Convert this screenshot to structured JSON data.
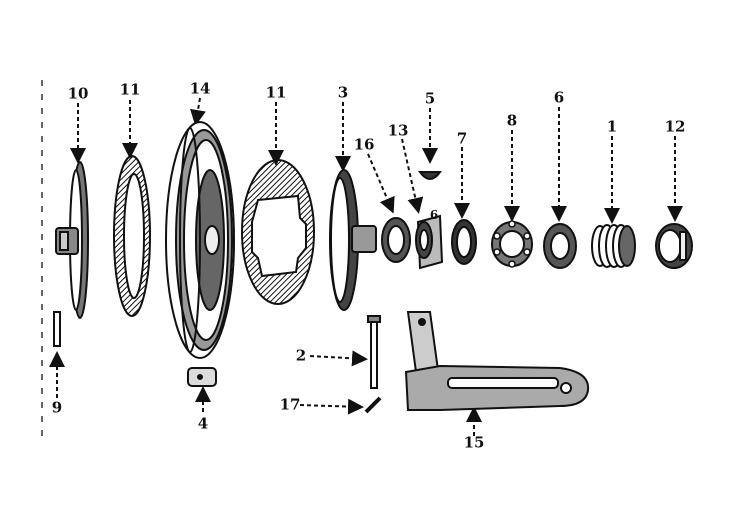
{
  "callouts": {
    "c10": "10",
    "c11a": "11",
    "c14": "14",
    "c11b": "11",
    "c3": "3",
    "c16": "16",
    "c13": "13",
    "c6a": "6",
    "c5": "5",
    "c7": "7",
    "c8": "8",
    "c6b": "6",
    "c1": "1",
    "c12": "12",
    "c9": "9",
    "c4": "4",
    "c2": "2",
    "c17": "17",
    "c15": "15"
  },
  "colors": {
    "ink": "#111111",
    "paper": "#ffffff",
    "shade": "#555555"
  }
}
